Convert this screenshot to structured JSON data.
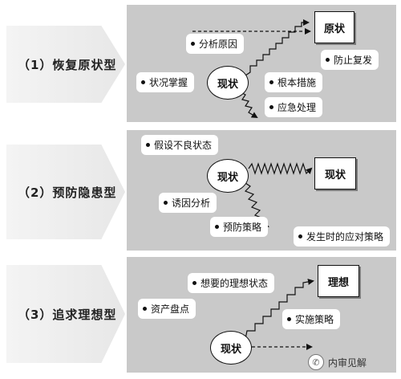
{
  "rows": [
    {
      "label": "（1）恢复原状型",
      "current": "现状",
      "target": "原状",
      "pills": [
        "分析原因",
        "状况掌握",
        "根本措施",
        "防止复发",
        "应急处理"
      ]
    },
    {
      "label": "（2）预防隐患型",
      "current": "现状",
      "target": "现状",
      "pills": [
        "假设不良状态",
        "诱因分析",
        "预防策略",
        "发生时的应对策略"
      ]
    },
    {
      "label": "（3）追求理想型",
      "current": "现状",
      "target": "理想",
      "pills": [
        "想要的理想状态",
        "资产盘点",
        "实施策略"
      ]
    }
  ],
  "watermark": "内审见解",
  "icons": {
    "watermark": "wechat-icon",
    "bullet": "dot-icon"
  }
}
